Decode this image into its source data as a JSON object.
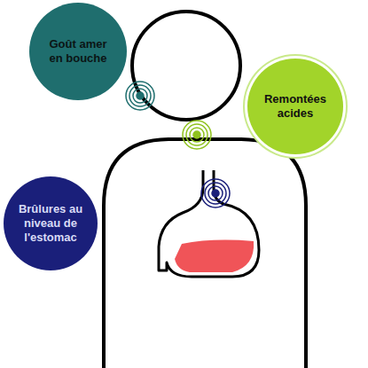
{
  "diagram": {
    "nodes": [
      {
        "text": [
          "Goût amer en bouche"
        ]
      },
      {
        "text": [
          "Remontées acides"
        ]
      },
      {
        "text": [
          "Brûlures au niveau de l'estomac"
        ]
      }
    ]
  }
}
